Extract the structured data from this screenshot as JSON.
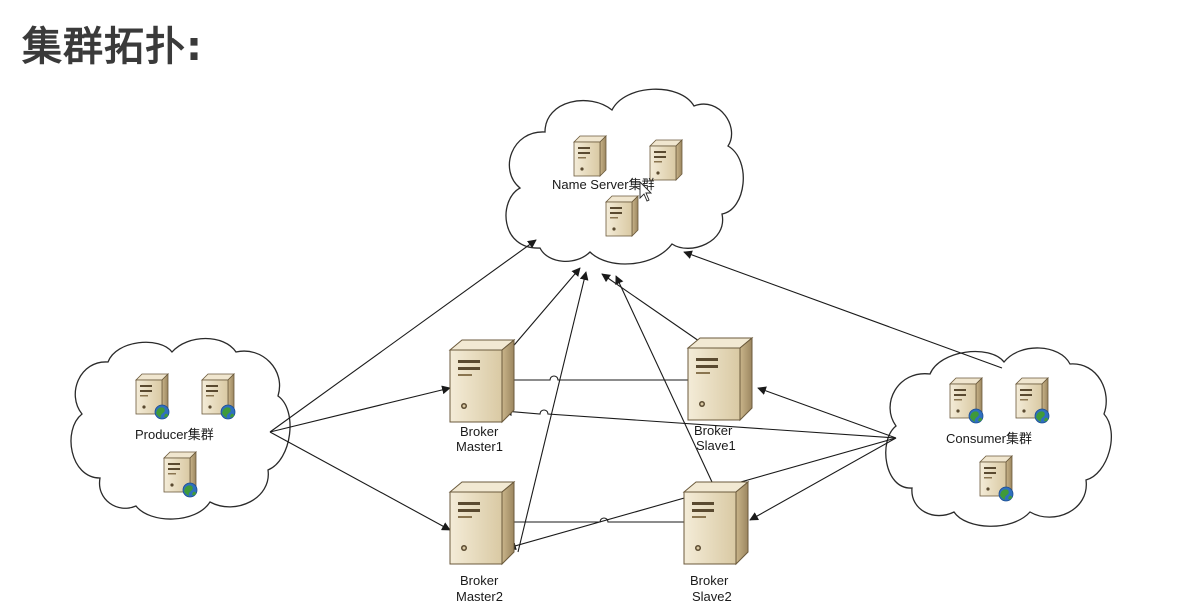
{
  "title": "集群拓扑:",
  "clusters": {
    "name_server": {
      "label": "Name Server集群"
    },
    "producer": {
      "label": "Producer集群"
    },
    "consumer": {
      "label": "Consumer集群"
    }
  },
  "brokers": {
    "master1": {
      "line1": "Broker",
      "line2": "Master1"
    },
    "slave1": {
      "line1": "Broker",
      "line2": "Slave1"
    },
    "master2": {
      "line1": "Broker",
      "line2": "Master2"
    },
    "slave2": {
      "line1": "Broker",
      "line2": "Slave2"
    }
  },
  "colors": {
    "server_light": "#e9dfc7",
    "server_dark": "#b6a27a",
    "globe_blue": "#2f6fc0",
    "globe_green": "#3f9a3a",
    "line": "#1a1a1a"
  }
}
